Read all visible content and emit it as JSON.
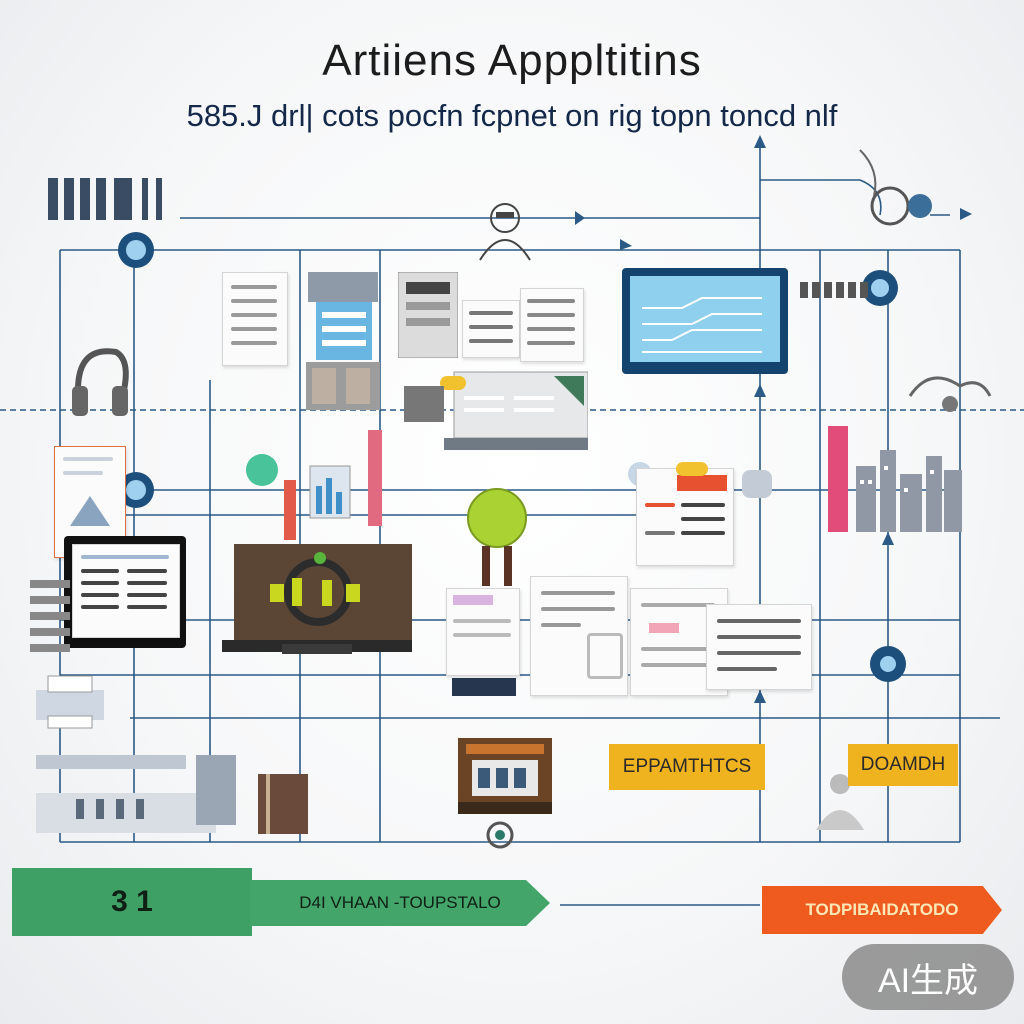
{
  "title": "Artiiens Apppltitins",
  "subtitle": "585.J drl|  cots pocfn fcpnet on rig topn toncd nlf",
  "tags": {
    "epp": "EPPAMTHTCS",
    "dom": "DOAMDH",
    "bottom_orange": "TODPIBAIDATODO",
    "bottom_green_badge": "3 1",
    "bottom_green_text": "D4I VHAAN  -TOUPSTALO"
  },
  "watermark": "AI生成",
  "colors": {
    "green": "#3fa066",
    "orange": "#ef5a1e",
    "yellow": "#f0b320",
    "blue": "#1d4f7c"
  },
  "icons": [
    "node-icon",
    "monitor-icon",
    "document-icon",
    "server-icon",
    "laptop-icon",
    "printer-icon",
    "lightbulb-icon",
    "city-icon",
    "headset-icon"
  ]
}
